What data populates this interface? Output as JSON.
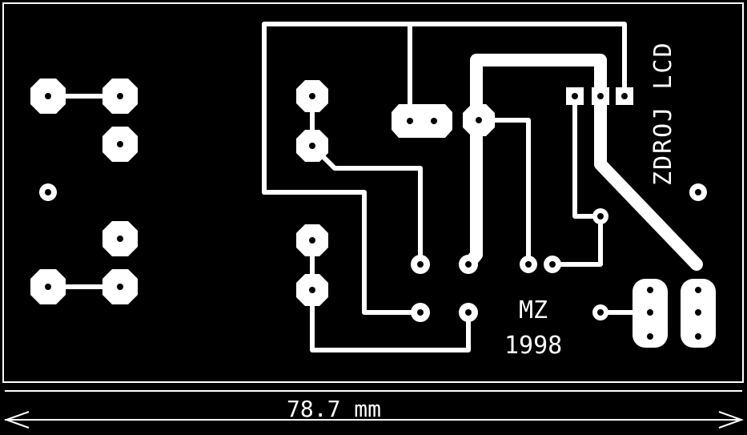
{
  "board": {
    "label_vertical": "ZDROJ LCD",
    "author": "MZ",
    "year": "1998"
  },
  "dimension": {
    "text": "78.7 mm"
  },
  "colors": {
    "background": "#000000",
    "copper": "#ffffff"
  }
}
